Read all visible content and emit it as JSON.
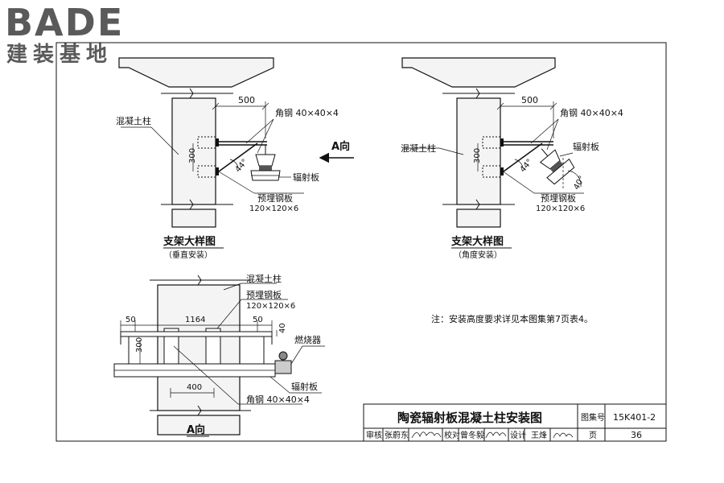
{
  "logo": {
    "text_en": "BADE",
    "text_cn": "建装基地"
  },
  "drawings": {
    "vertical": {
      "title": "支架大样图",
      "subtitle": "（垂直安装）",
      "dim_width": "500",
      "dim_height": "300",
      "angle": "44°",
      "label_column": "混凝土柱",
      "label_angle_steel": "角钢  40×40×4",
      "label_radiant_plate": "辐射板",
      "label_embedded_plate": "预埋钢板",
      "label_embedded_size": "120×120×6"
    },
    "angled": {
      "title": "支架大样图",
      "subtitle": "（角度安装）",
      "dim_width": "500",
      "dim_height": "300",
      "angle": "44°",
      "tilt_angle": "40°",
      "label_column": "混凝土柱",
      "label_angle_steel": "角钢  40×40×4",
      "label_radiant_plate": "辐射板",
      "label_embedded_plate": "预埋钢板",
      "label_embedded_size": "120×120×6"
    },
    "view_a": {
      "title": "A向",
      "dim_total": "1164",
      "dim_left": "50",
      "dim_right": "50",
      "dim_height": "300",
      "dim_small": "40",
      "dim_bottom": "400",
      "label_column": "混凝土柱",
      "label_embedded_plate": "预埋钢板",
      "label_embedded_size": "120×120×6",
      "label_burner": "燃烧器",
      "label_radiant_plate": "辐射板",
      "label_angle_steel": "角钢  40×40×4"
    },
    "arrow_label": "A向"
  },
  "note": "注：安装高度要求详见本图集第7页表4。",
  "title_block": {
    "title": "陶瓷辐射板混凝土柱安装图",
    "atlas_label": "图集号",
    "atlas_no": "15K401-2",
    "review_label": "审核",
    "reviewer": "张蔚东",
    "check_label": "校对",
    "checker": "曾冬毅",
    "design_label": "设计",
    "designer": "王烽",
    "page_label": "页",
    "page_no": "36"
  }
}
